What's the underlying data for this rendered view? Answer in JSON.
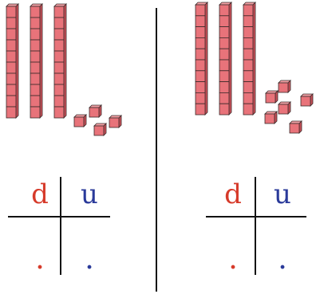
{
  "colors": {
    "cube_fill": "#e8737a",
    "cube_stroke": "#3a2a2a",
    "cube_top": "#f3a0a5",
    "cube_side": "#c95058",
    "divider": "#111111",
    "tens_color": "#d63a2a",
    "units_color": "#2a3a9a"
  },
  "exercises": [
    {
      "id": "left",
      "rods": 3,
      "units": 4,
      "table": {
        "tens_header": "d",
        "units_header": "u",
        "tens_answer": ".",
        "units_answer": "."
      }
    },
    {
      "id": "right",
      "rods": 3,
      "units": 6,
      "table": {
        "tens_header": "d",
        "units_header": "u",
        "tens_answer": ".",
        "units_answer": "."
      }
    }
  ]
}
